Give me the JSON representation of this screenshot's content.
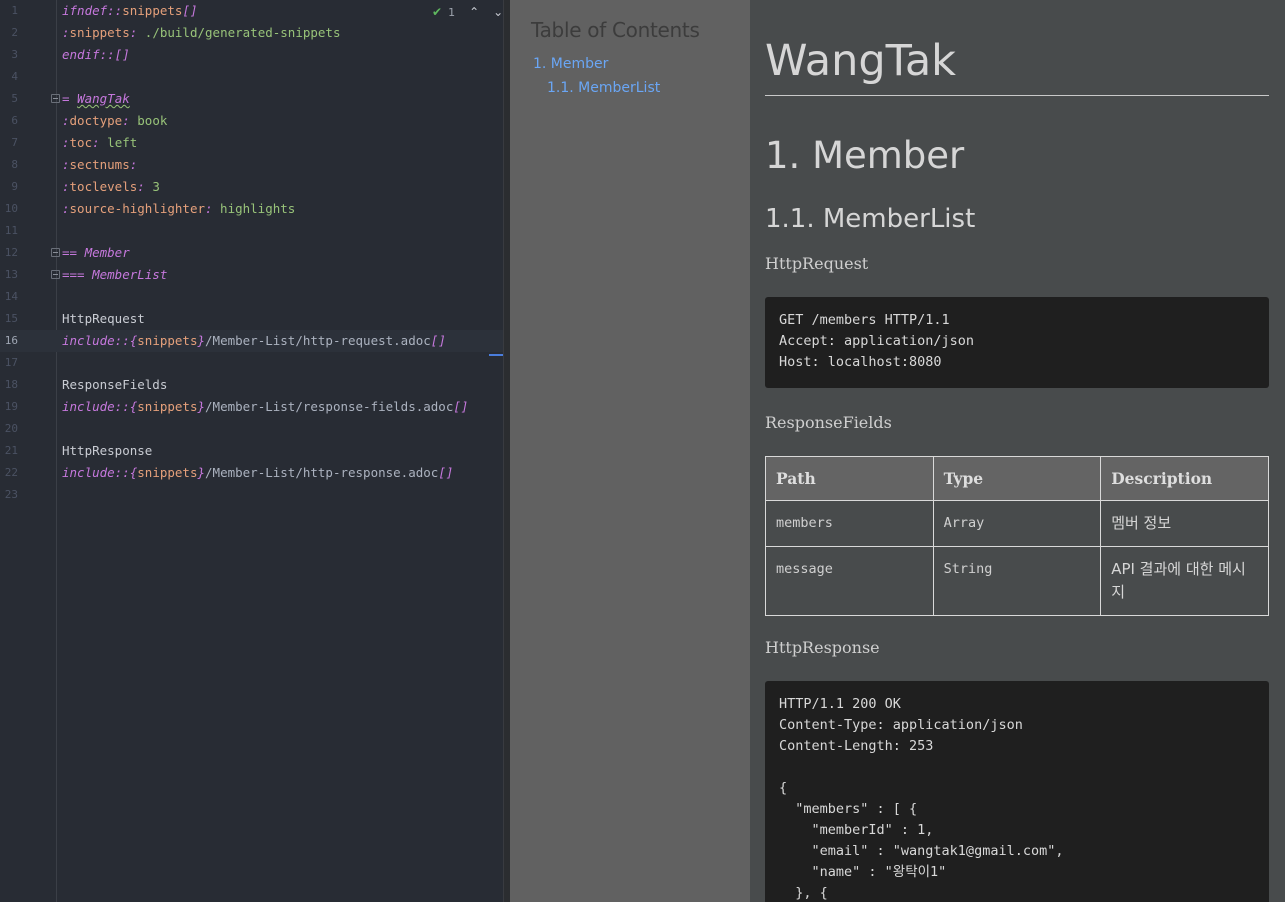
{
  "editor": {
    "inspection": {
      "count": "1",
      "up": "⌃",
      "down": "⌄"
    },
    "lines": [
      {
        "n": "1",
        "parts": [
          {
            "c": "kw",
            "t": "ifndef::"
          },
          {
            "c": "attr",
            "t": "snippets"
          },
          {
            "c": "kw",
            "t": "[]"
          }
        ]
      },
      {
        "n": "2",
        "parts": [
          {
            "c": "kw",
            "t": ":"
          },
          {
            "c": "attr",
            "t": "snippets"
          },
          {
            "c": "kw",
            "t": ":"
          },
          {
            "c": "str",
            "t": " ./build/generated-snippets"
          }
        ]
      },
      {
        "n": "3",
        "parts": [
          {
            "c": "kw",
            "t": "endif::[]"
          }
        ]
      },
      {
        "n": "4",
        "parts": []
      },
      {
        "n": "5",
        "fold": true,
        "parts": [
          {
            "c": "heading",
            "t": "= "
          },
          {
            "c": "heading squiggle",
            "t": "WangTak"
          }
        ]
      },
      {
        "n": "6",
        "parts": [
          {
            "c": "kw",
            "t": ":"
          },
          {
            "c": "attr",
            "t": "doctype"
          },
          {
            "c": "kw",
            "t": ":"
          },
          {
            "c": "str",
            "t": " book"
          }
        ]
      },
      {
        "n": "7",
        "parts": [
          {
            "c": "kw",
            "t": ":"
          },
          {
            "c": "attr",
            "t": "toc"
          },
          {
            "c": "kw",
            "t": ":"
          },
          {
            "c": "str",
            "t": " left"
          }
        ]
      },
      {
        "n": "8",
        "parts": [
          {
            "c": "kw",
            "t": ":"
          },
          {
            "c": "attr",
            "t": "sectnums"
          },
          {
            "c": "kw",
            "t": ":"
          }
        ]
      },
      {
        "n": "9",
        "parts": [
          {
            "c": "kw",
            "t": ":"
          },
          {
            "c": "attr",
            "t": "toclevels"
          },
          {
            "c": "kw",
            "t": ":"
          },
          {
            "c": "str",
            "t": " 3"
          }
        ]
      },
      {
        "n": "10",
        "parts": [
          {
            "c": "kw",
            "t": ":"
          },
          {
            "c": "attr",
            "t": "source-highlighter"
          },
          {
            "c": "kw",
            "t": ":"
          },
          {
            "c": "str",
            "t": " highlights"
          }
        ]
      },
      {
        "n": "11",
        "parts": []
      },
      {
        "n": "12",
        "fold": true,
        "parts": [
          {
            "c": "heading",
            "t": "== Member"
          }
        ]
      },
      {
        "n": "13",
        "fold": true,
        "parts": [
          {
            "c": "heading",
            "t": "=== MemberList"
          }
        ]
      },
      {
        "n": "14",
        "parts": []
      },
      {
        "n": "15",
        "parts": [
          {
            "c": "plain",
            "t": "HttpRequest"
          }
        ]
      },
      {
        "n": "16",
        "current": true,
        "parts": [
          {
            "c": "kw",
            "t": "include::"
          },
          {
            "c": "kw",
            "t": "{"
          },
          {
            "c": "attr",
            "t": "snippets"
          },
          {
            "c": "kw",
            "t": "}"
          },
          {
            "c": "dim",
            "t": "/Member-List/http-request.adoc"
          },
          {
            "c": "kw",
            "t": "[]"
          }
        ]
      },
      {
        "n": "17",
        "parts": []
      },
      {
        "n": "18",
        "parts": [
          {
            "c": "plain",
            "t": "ResponseFields"
          }
        ]
      },
      {
        "n": "19",
        "parts": [
          {
            "c": "kw",
            "t": "include::"
          },
          {
            "c": "kw",
            "t": "{"
          },
          {
            "c": "attr",
            "t": "snippets"
          },
          {
            "c": "kw",
            "t": "}"
          },
          {
            "c": "dim",
            "t": "/Member-List/response-fields.adoc"
          },
          {
            "c": "kw",
            "t": "[]"
          }
        ]
      },
      {
        "n": "20",
        "parts": []
      },
      {
        "n": "21",
        "parts": [
          {
            "c": "plain",
            "t": "HttpResponse"
          }
        ]
      },
      {
        "n": "22",
        "parts": [
          {
            "c": "kw",
            "t": "include::"
          },
          {
            "c": "kw",
            "t": "{"
          },
          {
            "c": "attr",
            "t": "snippets"
          },
          {
            "c": "kw",
            "t": "}"
          },
          {
            "c": "dim",
            "t": "/Member-List/http-response.adoc"
          },
          {
            "c": "kw",
            "t": "[]"
          }
        ]
      },
      {
        "n": "23",
        "parts": []
      }
    ]
  },
  "toc": {
    "title": "Table of Contents",
    "items": [
      {
        "label": "1. Member"
      },
      {
        "label": "1.1. MemberList"
      }
    ]
  },
  "preview": {
    "title": "WangTak",
    "section": "1. Member",
    "subsection": "1.1. MemberList",
    "request_label": "HttpRequest",
    "request_code": "GET /members HTTP/1.1\nAccept: application/json\nHost: localhost:8080",
    "fields_label": "ResponseFields",
    "table": {
      "headers": [
        "Path",
        "Type",
        "Description"
      ],
      "rows": [
        [
          "members",
          "Array",
          "멤버 정보"
        ],
        [
          "message",
          "String",
          "API 결과에 대한 메시지"
        ]
      ]
    },
    "response_label": "HttpResponse",
    "response_code": "HTTP/1.1 200 OK\nContent-Type: application/json\nContent-Length: 253\n\n{\n  \"members\" : [ {\n    \"memberId\" : 1,\n    \"email\" : \"wangtak1@gmail.com\",\n    \"name\" : \"왕탁이1\"\n  }, {"
  }
}
